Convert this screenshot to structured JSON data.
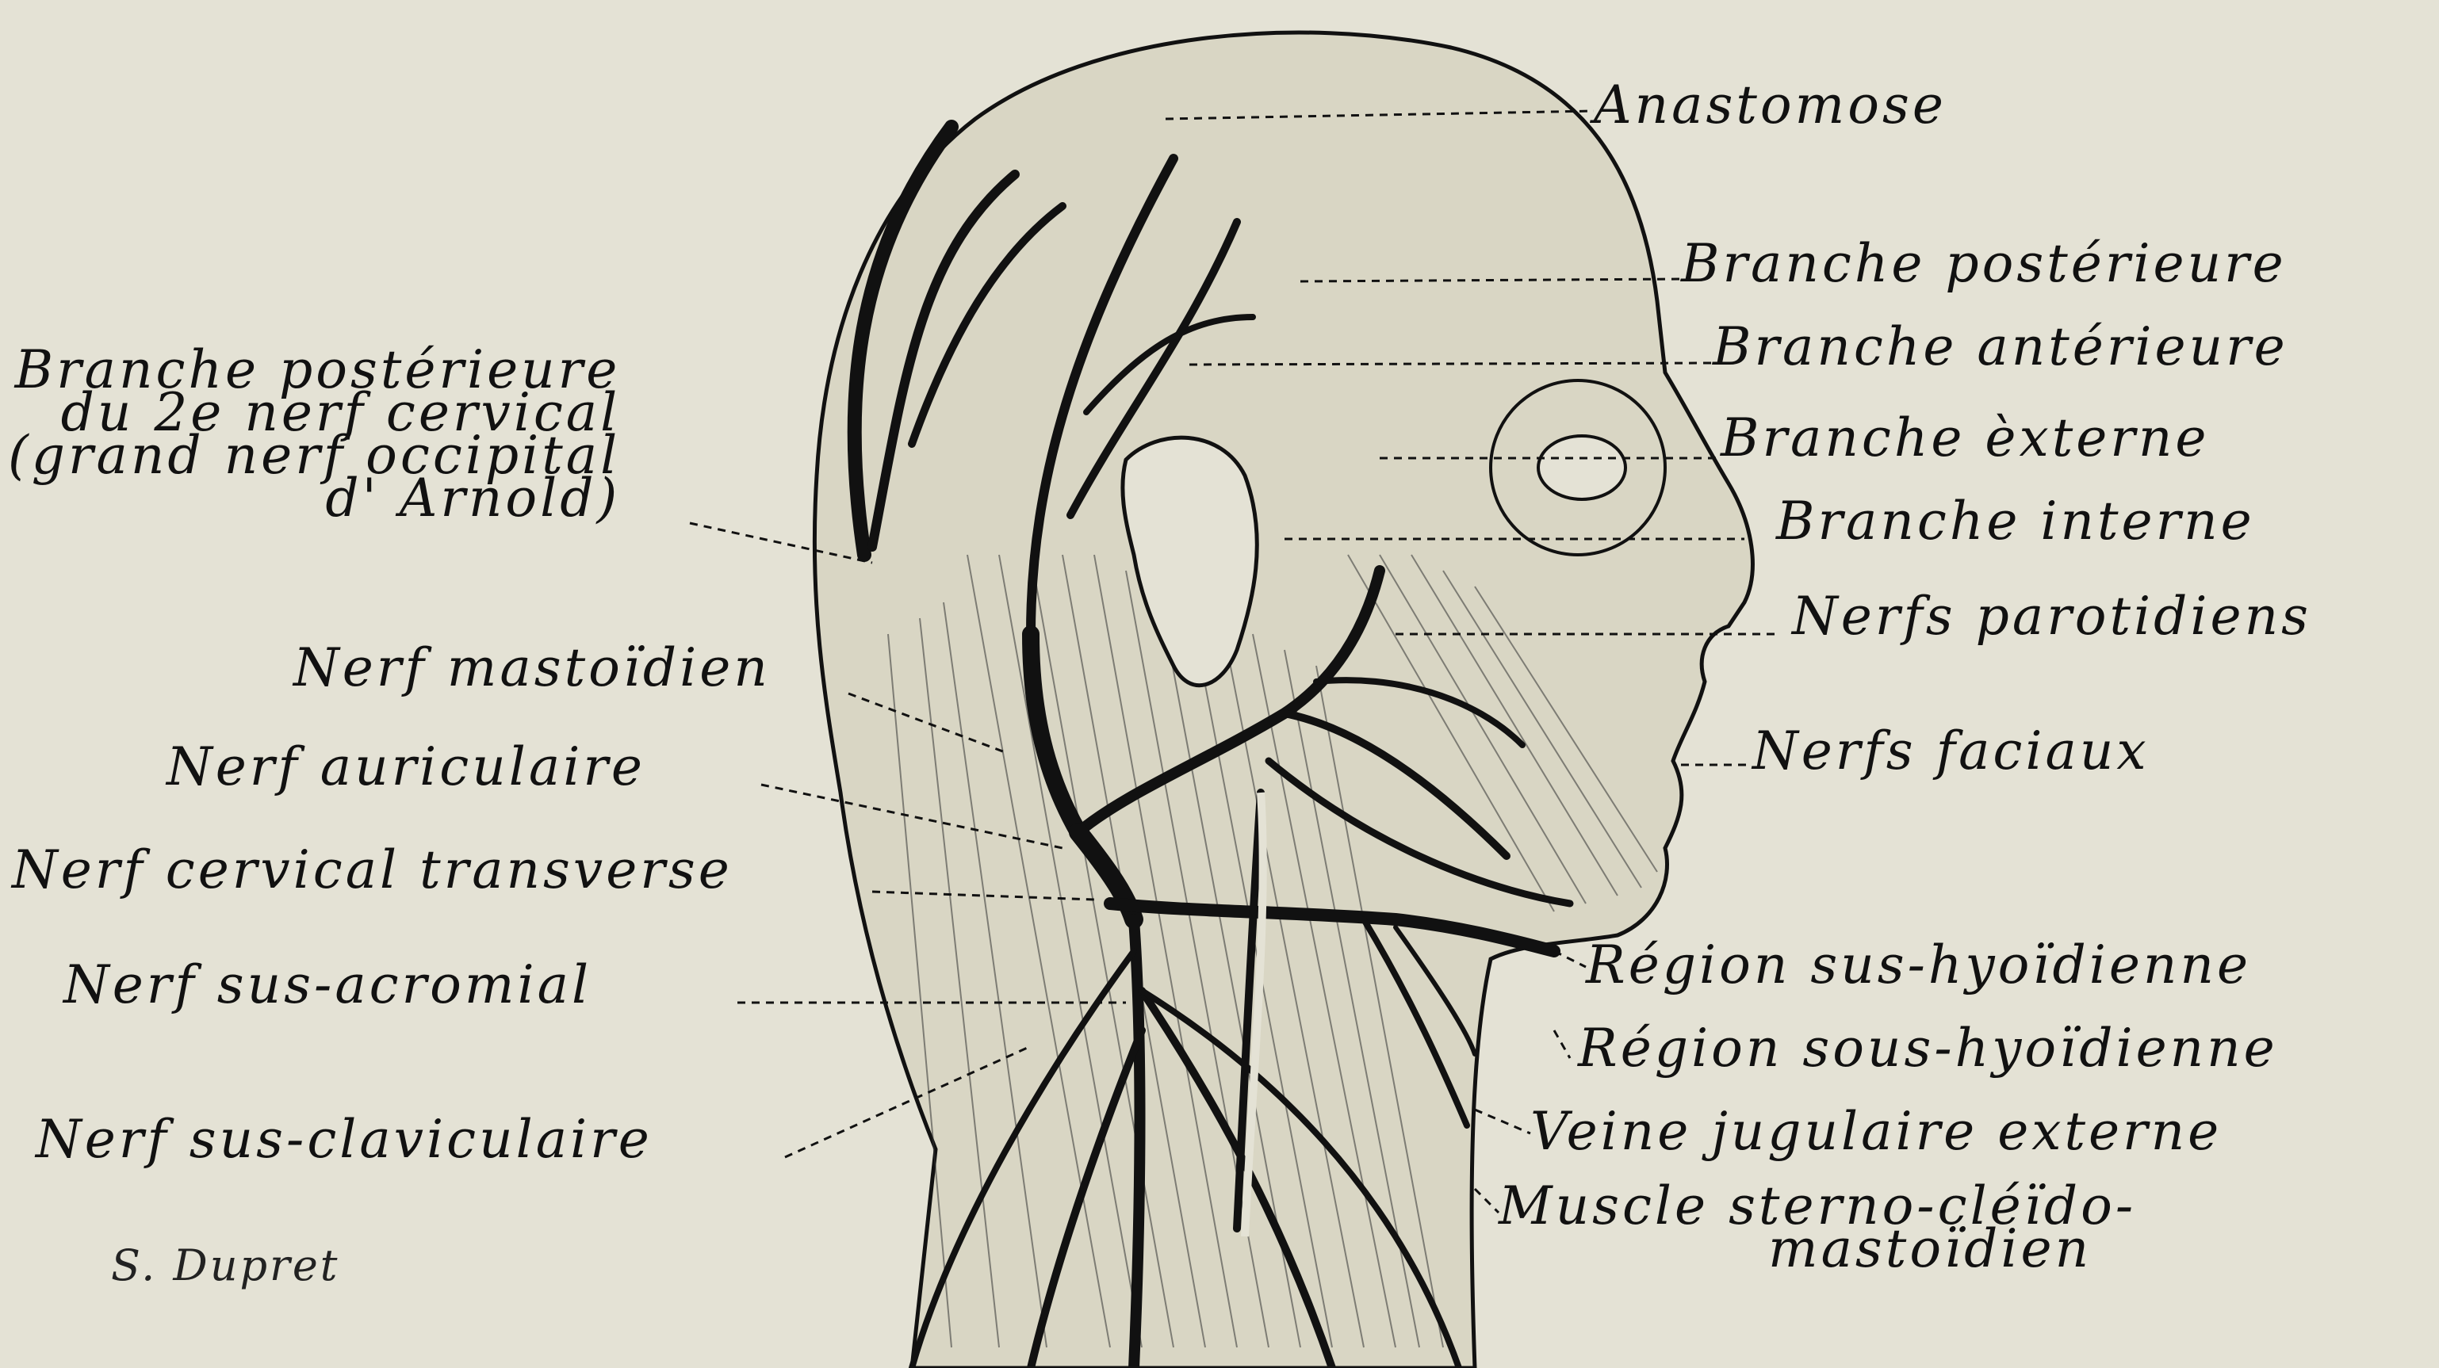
{
  "figure": {
    "background": "#e4e2d5",
    "ink": "#111111",
    "signature": "S. Dupret",
    "labels_right": [
      {
        "id": "anastomose",
        "text": "Anastomose"
      },
      {
        "id": "branche-posterieure",
        "text": "Branche postérieure"
      },
      {
        "id": "branche-anterieure",
        "text": "Branche antérieure"
      },
      {
        "id": "branche-externe",
        "text": "Branche èxterne"
      },
      {
        "id": "branche-interne",
        "text": "Branche interne"
      },
      {
        "id": "nerfs-parotidiens",
        "text": "Nerfs parotidiens"
      },
      {
        "id": "nerfs-faciaux",
        "text": "Nerfs faciaux"
      },
      {
        "id": "region-sus-hyoidienne",
        "text": "Région sus-hyoïdienne"
      },
      {
        "id": "region-sous-hyoidienne",
        "text": "Région sous-hyoïdienne"
      },
      {
        "id": "veine-jugulaire-externe",
        "text": "Veine jugulaire externe"
      },
      {
        "id": "muscle-scm",
        "lines": [
          "Muscle sterno-cléïdo-",
          "mastoïdien"
        ]
      }
    ],
    "labels_left": [
      {
        "id": "grand-nerf-occipital",
        "lines": [
          "Branche postérieure",
          "du 2e nerf cervical",
          "(grand nerf occipital",
          "d' Arnold)"
        ]
      },
      {
        "id": "nerf-mastoidien",
        "text": "Nerf mastoïdien"
      },
      {
        "id": "nerf-auriculaire",
        "text": "Nerf auriculaire"
      },
      {
        "id": "nerf-cervical-transverse",
        "text": "Nerf cervical transverse"
      },
      {
        "id": "nerf-sus-acromial",
        "text": "Nerf sus-acromial"
      },
      {
        "id": "nerf-sus-claviculaire",
        "text": "Nerf sus-claviculaire"
      }
    ]
  }
}
